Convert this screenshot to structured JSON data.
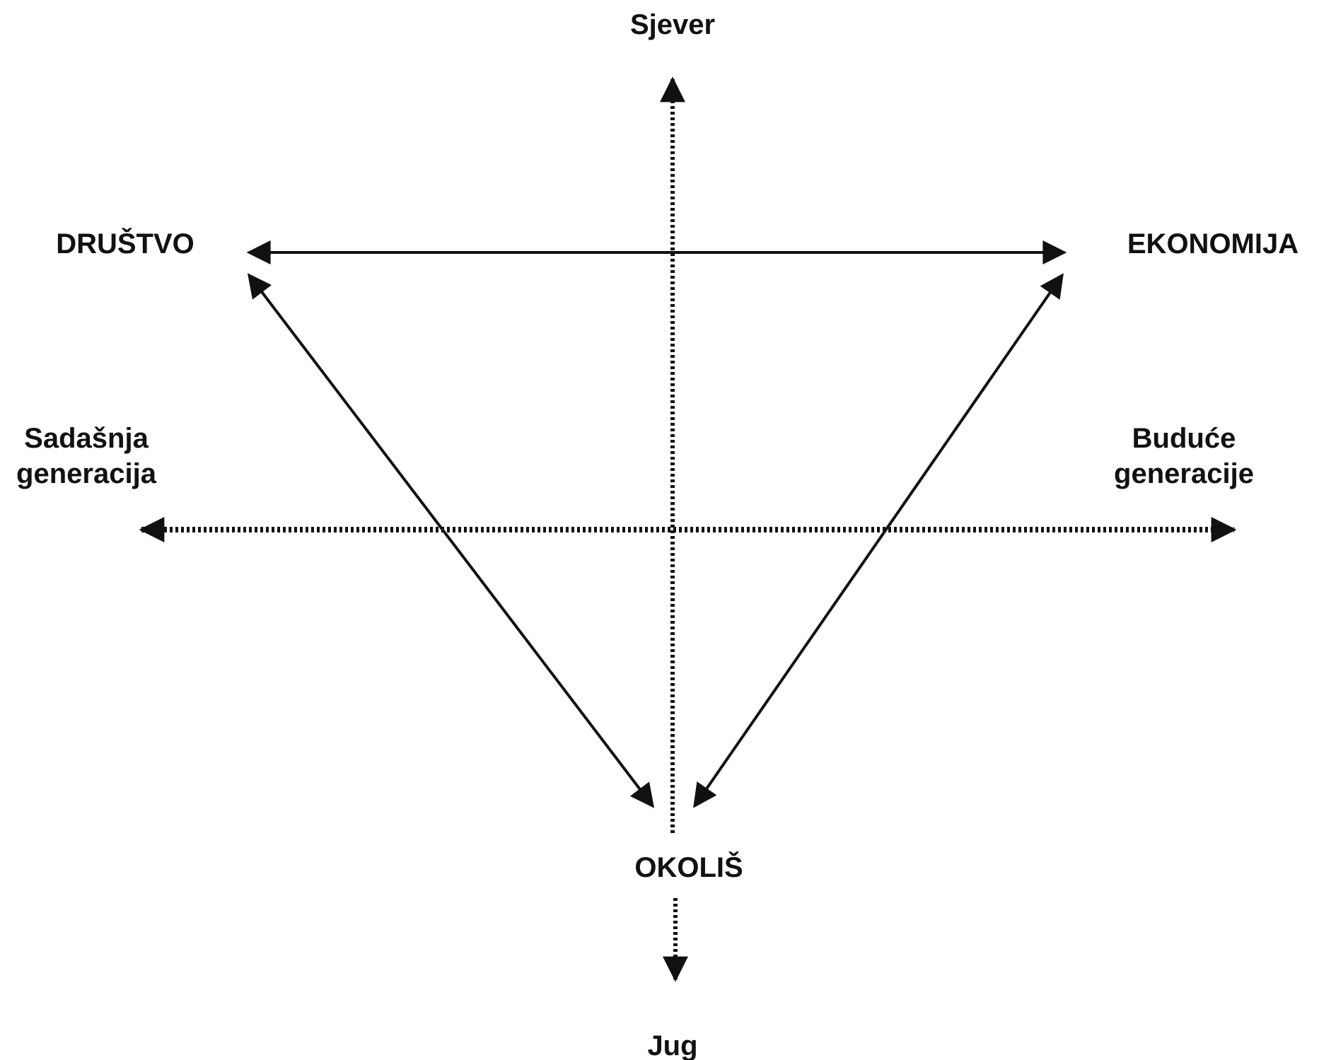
{
  "labels": {
    "north": "Sjever",
    "south": "Jug",
    "society": "DRUŠTVO",
    "economy": "EKONOMIJA",
    "environment": "OKOLIŠ",
    "present_line1": "Sadašnja",
    "present_line2": "generacija",
    "future_line1": "Buduće",
    "future_line2": "generacije"
  },
  "colors": {
    "ink": "#111111",
    "background": "#ffffff"
  }
}
